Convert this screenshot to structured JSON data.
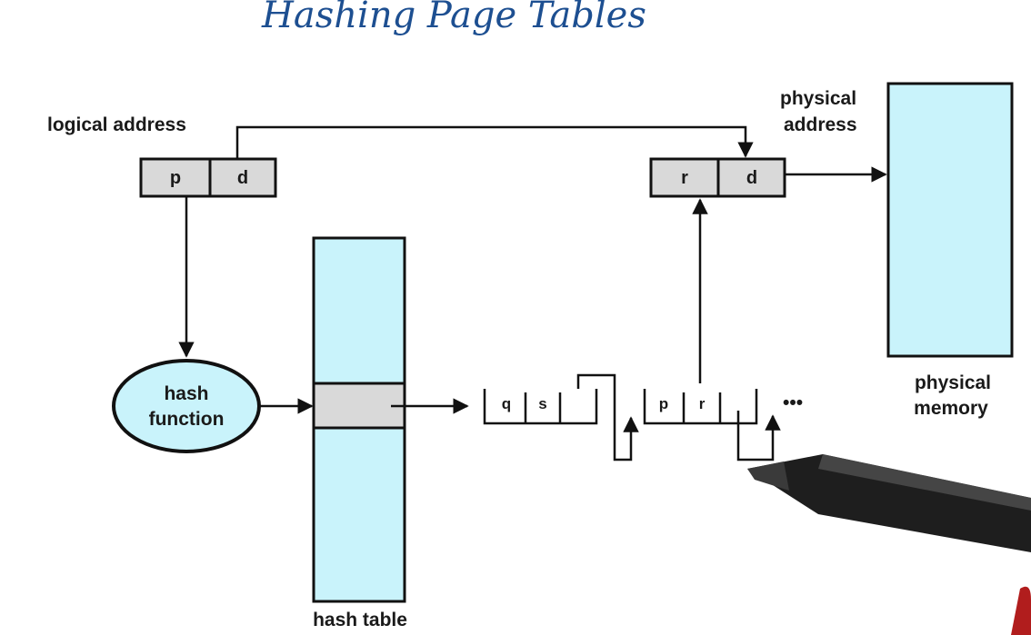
{
  "title": "Hashing Page Tables",
  "logical_address": {
    "label": "logical address",
    "cells": [
      "p",
      "d"
    ]
  },
  "physical_address": {
    "label_line1": "physical",
    "label_line2": "address",
    "cells": [
      "r",
      "d"
    ]
  },
  "hash_function": {
    "line1": "hash",
    "line2": "function"
  },
  "hash_table": {
    "label": "hash table"
  },
  "physical_memory": {
    "label_line1": "physical",
    "label_line2": "memory"
  },
  "chain": {
    "node1": [
      "q",
      "s"
    ],
    "node2": [
      "p",
      "r"
    ],
    "ellipsis": "•••"
  },
  "colors": {
    "light_blue": "#c9f3fb",
    "gray_cell": "#d9d9d9",
    "title_ink": "#1d4f91"
  }
}
